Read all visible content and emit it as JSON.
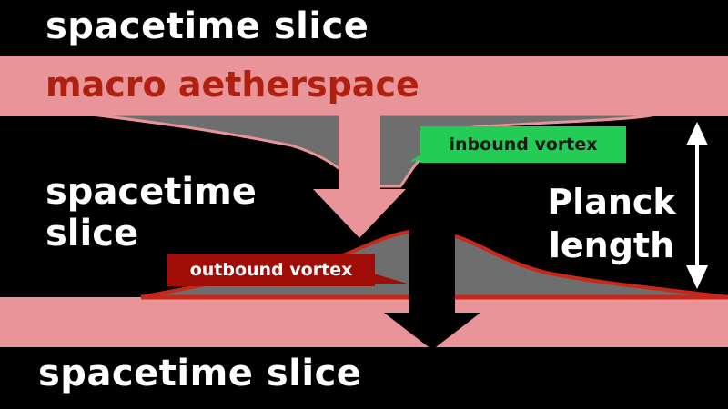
{
  "labels": {
    "top_slice": "spacetime slice",
    "macro": "macro aetherspace",
    "middle_slice": "spacetime slice",
    "bottom_slice": "spacetime slice",
    "planck": "Planck length"
  },
  "callouts": {
    "inbound": "inbound vortex",
    "outbound": "outbound vortex"
  },
  "colors": {
    "background": "#000000",
    "aether_band": "#e89498",
    "macro_text": "#b0200f",
    "vortex_fill": "#6e6e6e",
    "inbound_callout": "#22cc55",
    "outbound_callout": "#a00d06",
    "outbound_edge": "#c8281a",
    "downward_arrow_dark": "#000000",
    "planck_arrow": "#ffffff"
  },
  "icons": {
    "inbound_arrow": "down-arrow-icon",
    "outbound_arrow": "down-arrow-icon",
    "planck_measure": "double-headed-arrow-icon"
  }
}
